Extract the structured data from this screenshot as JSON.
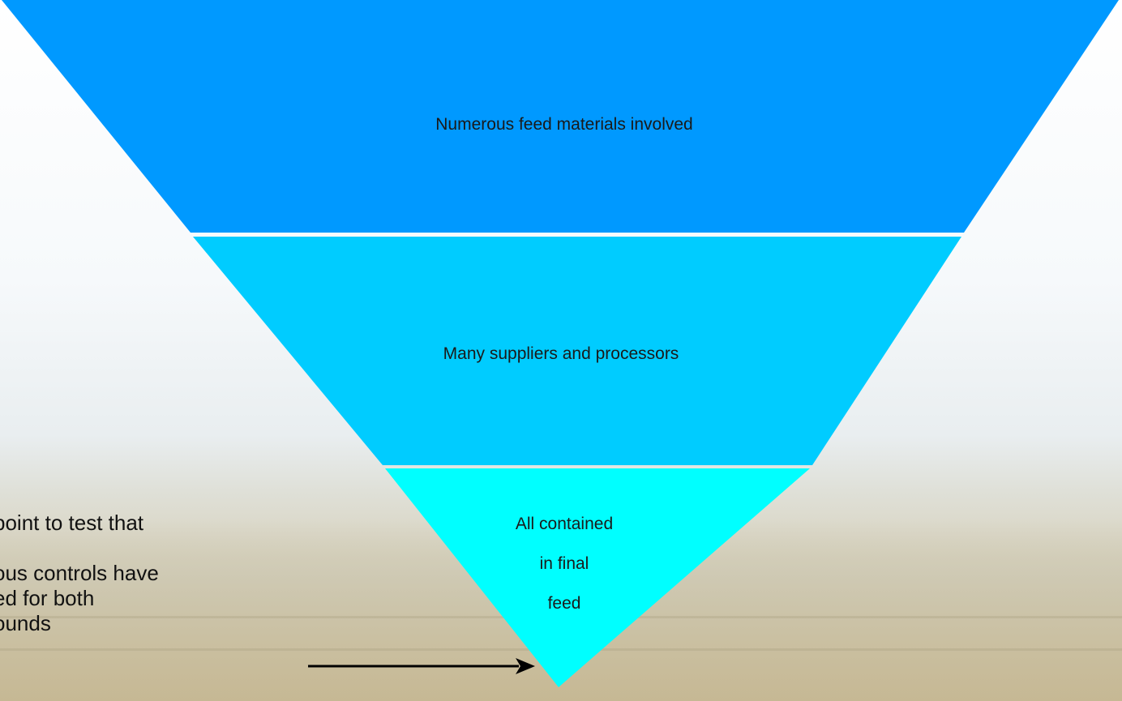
{
  "funnel": {
    "levels": [
      {
        "label": "Numerous feed materials involved",
        "color": "#0099ff"
      },
      {
        "label": "Many suppliers and processors",
        "color": "#00ccff"
      },
      {
        "label_lines": [
          "All contained",
          "in final",
          "feed"
        ],
        "color": "#00ffff"
      }
    ]
  },
  "side_text": {
    "lines": [
      " point to test that",
      "",
      "ous controls have",
      "ed for both",
      "ounds"
    ]
  }
}
